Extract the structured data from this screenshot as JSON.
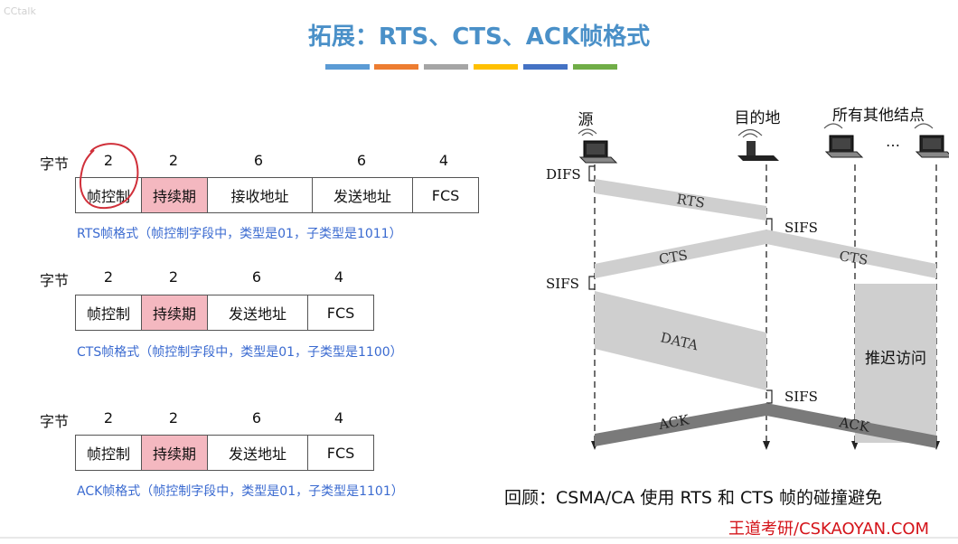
{
  "title": "拓展：RTS、CTS、ACK帧格式",
  "colors": [
    "#5b9bd5",
    "#ed7d31",
    "#a5a5a5",
    "#ffc000",
    "#4472c4",
    "#70ad47"
  ],
  "watermark": "CCtalk",
  "frames": [
    {
      "byte_label": "字节",
      "sizes": [
        "2",
        "2",
        "6",
        "6",
        "4"
      ],
      "fields": [
        "帧控制",
        "持续期",
        "接收地址",
        "发送地址",
        "FCS"
      ],
      "caption": "RTS帧格式（帧控制字段中，类型是01，子类型是1011）"
    },
    {
      "byte_label": "字节",
      "sizes": [
        "2",
        "2",
        "6",
        "4"
      ],
      "fields": [
        "帧控制",
        "持续期",
        "发送地址",
        "FCS"
      ],
      "caption": "CTS帧格式（帧控制字段中，类型是01，子类型是1100）"
    },
    {
      "byte_label": "字节",
      "sizes": [
        "2",
        "2",
        "6",
        "4"
      ],
      "fields": [
        "帧控制",
        "持续期",
        "发送地址",
        "FCS"
      ],
      "caption": "ACK帧格式（帧控制字段中，类型是01，子类型是1101）"
    }
  ],
  "diagram": {
    "source": "源",
    "destination": "目的地",
    "others": "所有其他结点",
    "ellipsis": "…",
    "difs": "DIFS",
    "sifs": "SIFS",
    "rts": "RTS",
    "cts": "CTS",
    "data": "DATA",
    "ack": "ACK",
    "defer": "推迟访问"
  },
  "recap": "回顾：CSMA/CA 使用 RTS 和 CTS 帧的碰撞避免",
  "brand": "王道考研/CSKAOYAN.COM"
}
